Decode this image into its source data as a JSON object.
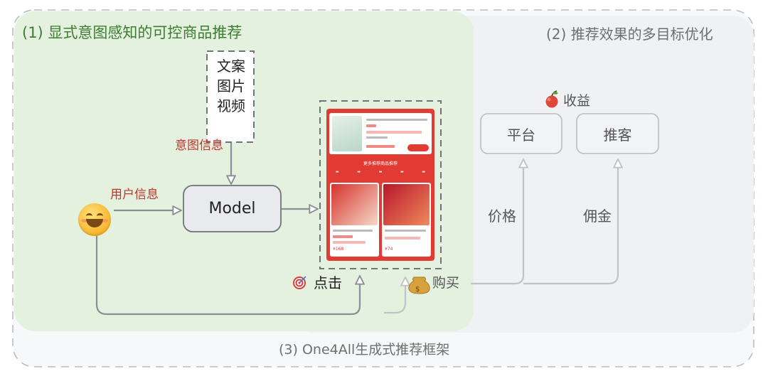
{
  "regions": {
    "one4all": "(3) One4All生成式推荐框架",
    "controllable": "(1) 显式意图感知的可控商品推荐",
    "multi_objective": "(2) 推荐效果的多目标优化"
  },
  "nodes": {
    "content_types": [
      "文案",
      "图片",
      "视频"
    ],
    "intent_info": "意图信息",
    "user_info": "用户信息",
    "model": "Model",
    "revenue": "收益",
    "platform": "平台",
    "promoter": "推客",
    "price": "价格",
    "commission": "佣金",
    "click": "点击",
    "purchase": "购买"
  },
  "icons": {
    "user": "smiling-face-icon",
    "revenue": "apple-icon",
    "click": "target-icon",
    "purchase": "money-bag-icon"
  },
  "colors": {
    "green_region": "#e4f1de",
    "gray_region": "#f2f4f6",
    "accent_red": "#c1342b",
    "green_text": "#3c7d33"
  },
  "phone": {
    "section_title": "更多推荐商品推荐",
    "product1_price": "¥168",
    "product2_price": "¥74"
  }
}
